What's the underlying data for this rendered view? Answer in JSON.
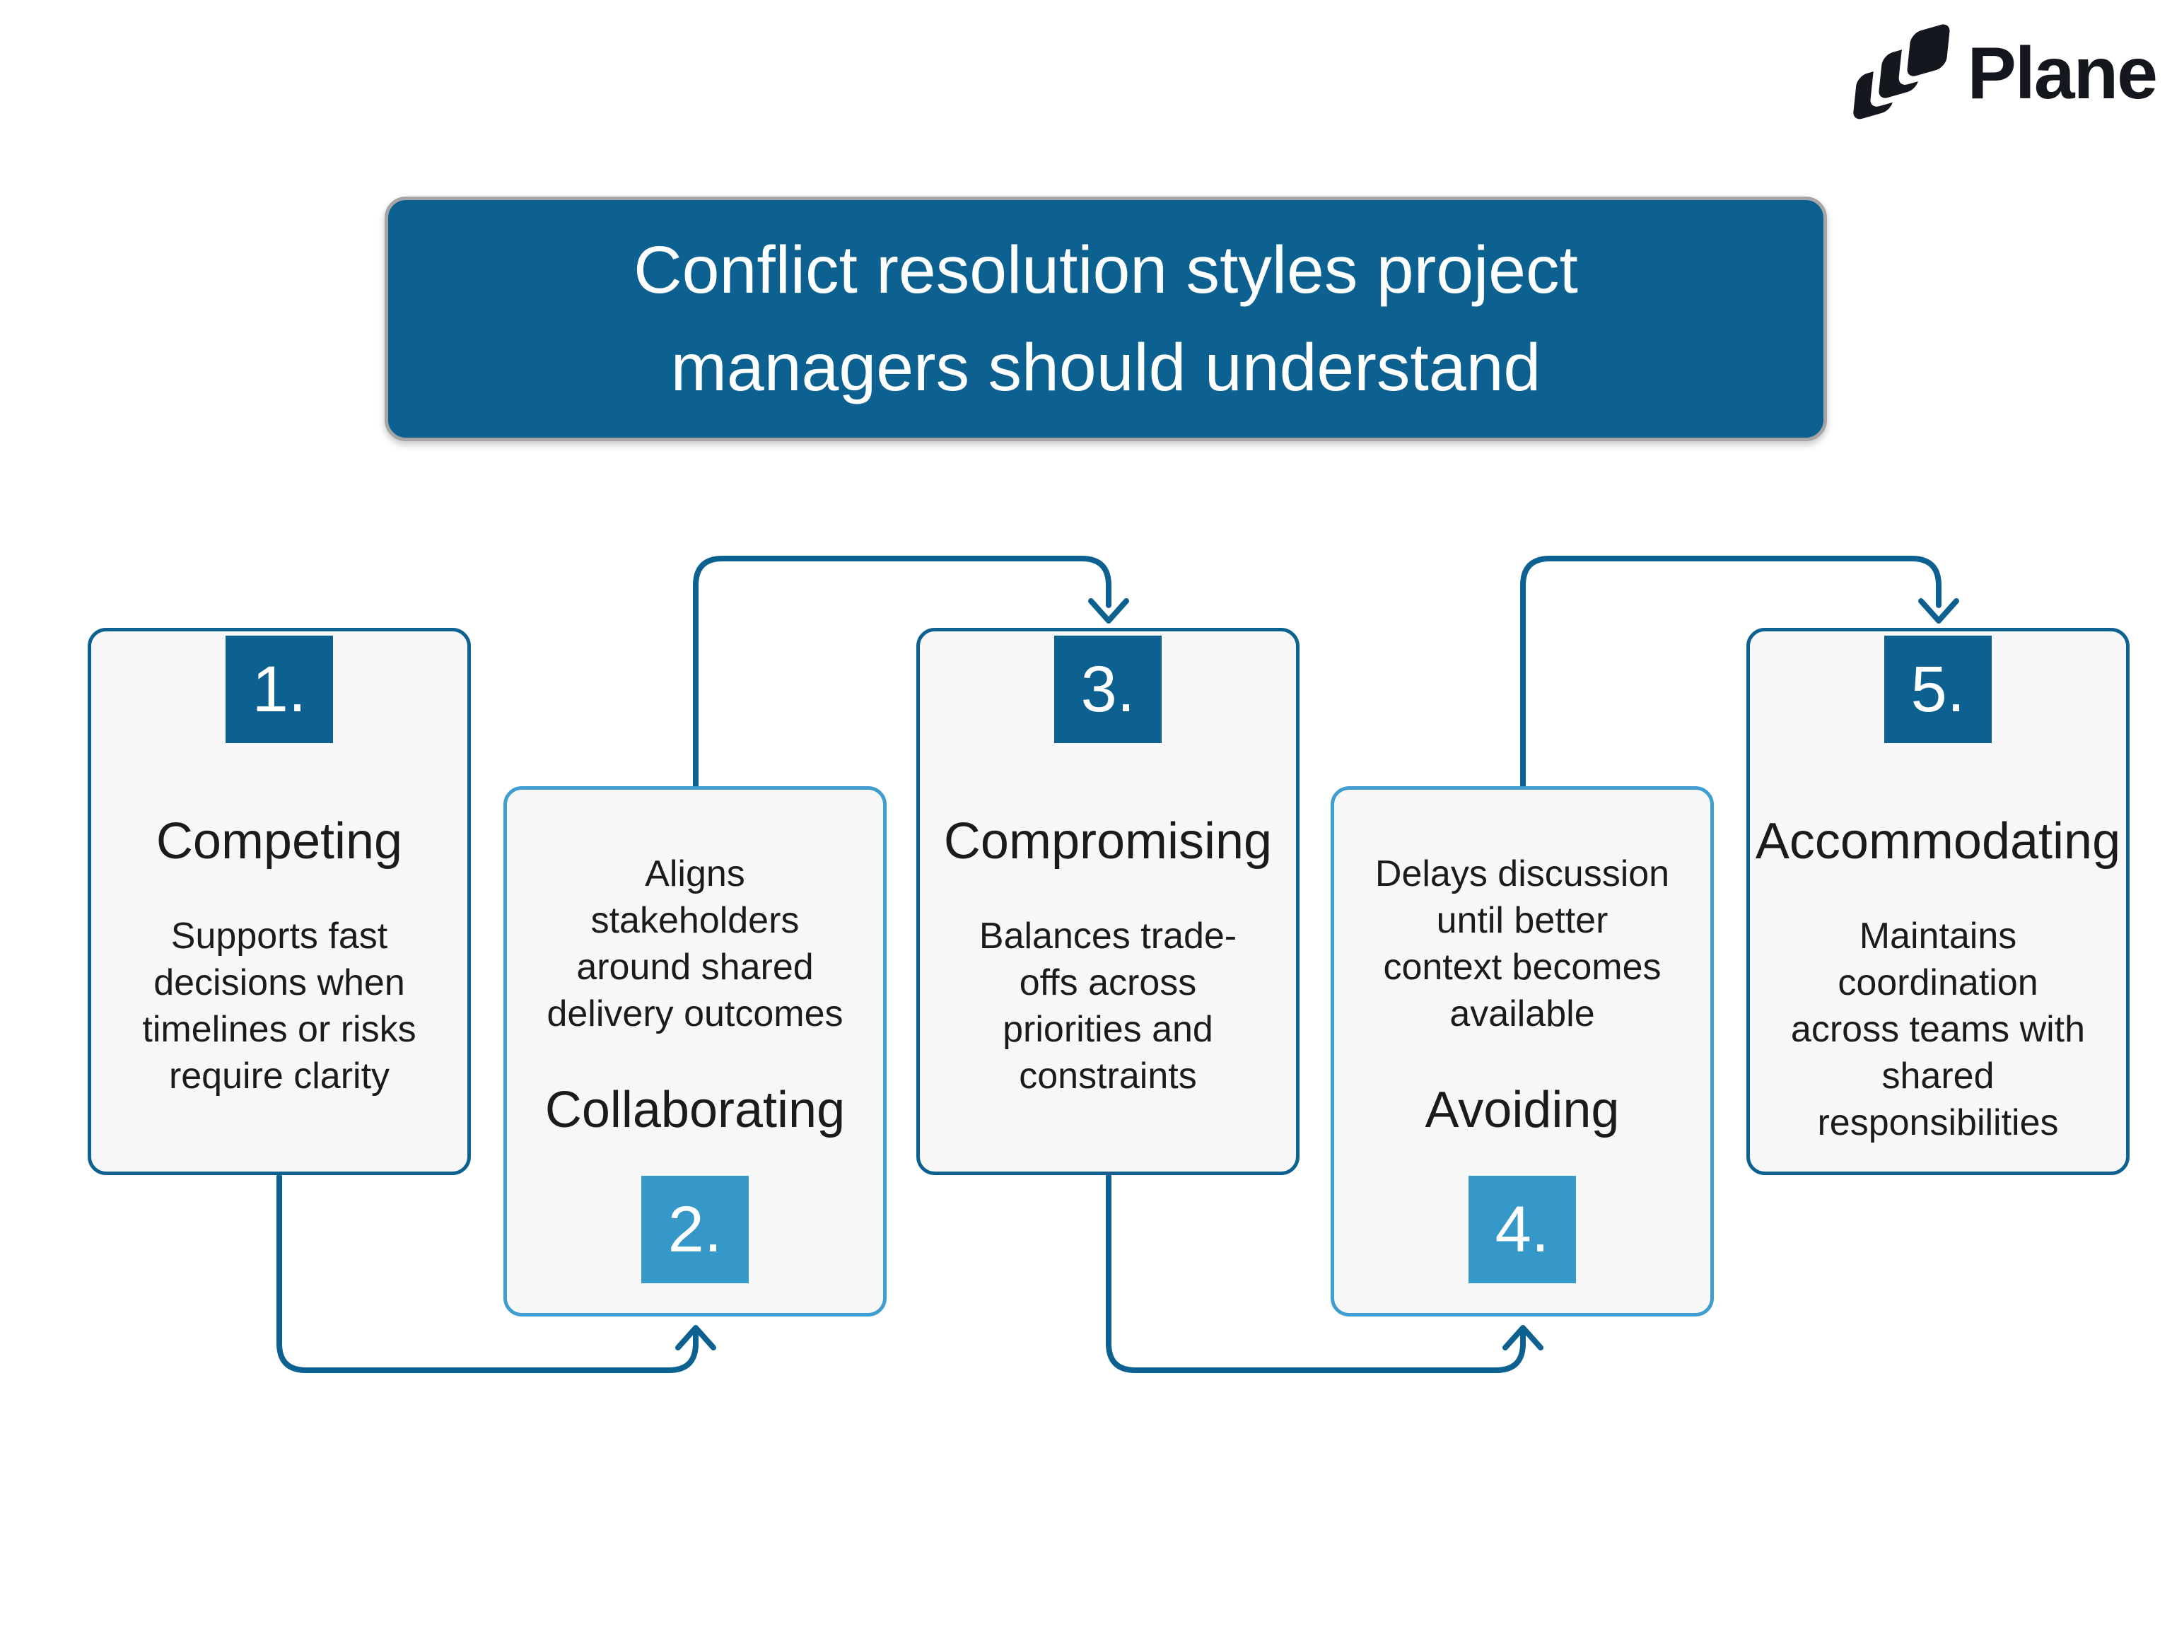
{
  "brand": {
    "name": "Plane"
  },
  "title": {
    "line1": "Conflict resolution styles project",
    "line2": "managers should understand"
  },
  "cards": [
    {
      "number": "1.",
      "title": "Competing",
      "description": "Supports fast decisions when timelines or risks require clarity",
      "number_position": "top",
      "accent": "dark"
    },
    {
      "number": "2.",
      "title": "Collaborating",
      "description": "Aligns stakeholders around shared delivery outcomes",
      "number_position": "bottom",
      "accent": "light"
    },
    {
      "number": "3.",
      "title": "Compromising",
      "description": "Balances trade-offs across priorities and constraints",
      "number_position": "top",
      "accent": "dark"
    },
    {
      "number": "4.",
      "title": "Avoiding",
      "description": "Delays discussion until better context becomes available",
      "number_position": "bottom",
      "accent": "light"
    },
    {
      "number": "5.",
      "title": "Accommodating",
      "description": "Maintains coordination across teams with shared responsibilities",
      "number_position": "top",
      "accent": "dark"
    }
  ],
  "colors": {
    "dark_blue": "#0d6191",
    "light_blue": "#3697c9",
    "card_background": "#f7f7f8",
    "title_banner_border": "#a6a6a6",
    "text": "#1b1b1b",
    "logo": "#14171e"
  }
}
